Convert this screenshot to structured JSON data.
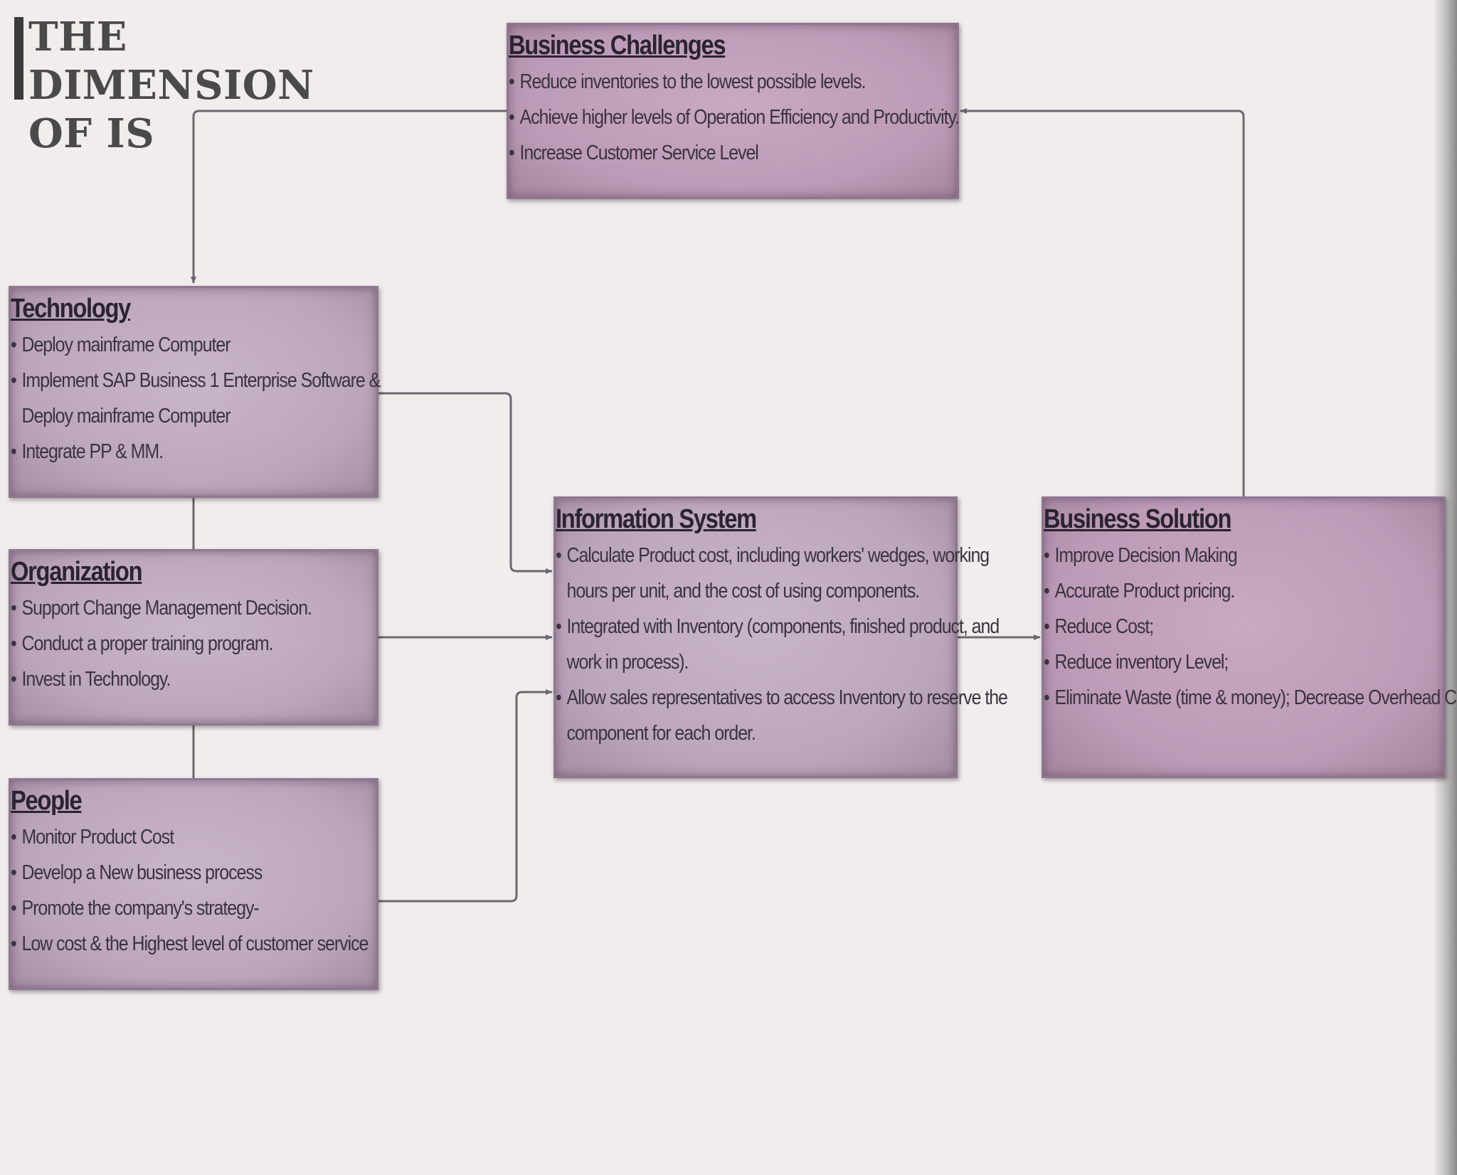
{
  "title": {
    "line1": "THE DIMENSION",
    "line2": "OF IS"
  },
  "boxes": {
    "business_challenges": {
      "heading": "Business Challenges",
      "items": [
        [
          "Reduce inventories to the lowest possible levels."
        ],
        [
          "Achieve higher levels of Operation Efficiency and Productivity."
        ],
        [
          "Increase Customer Service Level"
        ]
      ]
    },
    "technology": {
      "heading": "Technology",
      "items": [
        [
          "Deploy mainframe Computer"
        ],
        [
          "Implement SAP Business 1 Enterprise Software &",
          "Deploy mainframe Computer"
        ],
        [
          "Integrate PP & MM."
        ]
      ]
    },
    "organization": {
      "heading": "Organization",
      "items": [
        [
          "Support Change Management Decision."
        ],
        [
          "Conduct a proper training program."
        ],
        [
          "Invest in Technology."
        ]
      ]
    },
    "people": {
      "heading": "People",
      "items": [
        [
          "Monitor Product Cost"
        ],
        [
          "Develop a New business process"
        ],
        [
          "Promote the company's strategy-"
        ],
        [
          "Low cost & the Highest level of  customer  service"
        ]
      ]
    },
    "information_system": {
      "heading": "Information System",
      "items": [
        [
          "Calculate Product cost, including workers' wedges, working",
          "hours per unit, and the cost of using components."
        ],
        [
          "Integrated with Inventory (components, finished product, and",
          "work in process)."
        ],
        [
          "Allow sales representatives to access Inventory to reserve the",
          "component for each order."
        ]
      ]
    },
    "business_solution": {
      "heading": "Business Solution",
      "items": [
        [
          "Improve Decision Making"
        ],
        [
          "Accurate Product pricing."
        ],
        [
          "Reduce Cost;"
        ],
        [
          "Reduce inventory Level;"
        ],
        [
          "Eliminate Waste (time & money); Decrease Overhead Costs."
        ]
      ]
    }
  },
  "bullet_symbol": "•",
  "colors": {
    "background": "#f1eded",
    "box_fill": "#c4aec3",
    "box_fill_rose": "#c2a1bd",
    "box_border": "#8f7790",
    "connector": "#6e6670",
    "title_text": "#4a4a4a"
  }
}
